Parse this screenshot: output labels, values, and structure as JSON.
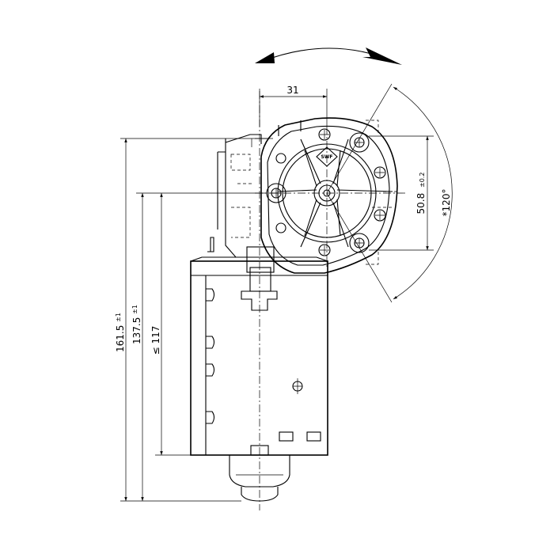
{
  "dimensions": {
    "top_width": "31",
    "overall_height": "161.5",
    "overall_height_tol": "±1",
    "axis_height": "137.5",
    "axis_height_tol": "±1",
    "body_length": "≤ 117",
    "hole_spacing": "50.8",
    "hole_spacing_tol": "±0.2",
    "angle": "*120°"
  },
  "logo_text": "SWF"
}
